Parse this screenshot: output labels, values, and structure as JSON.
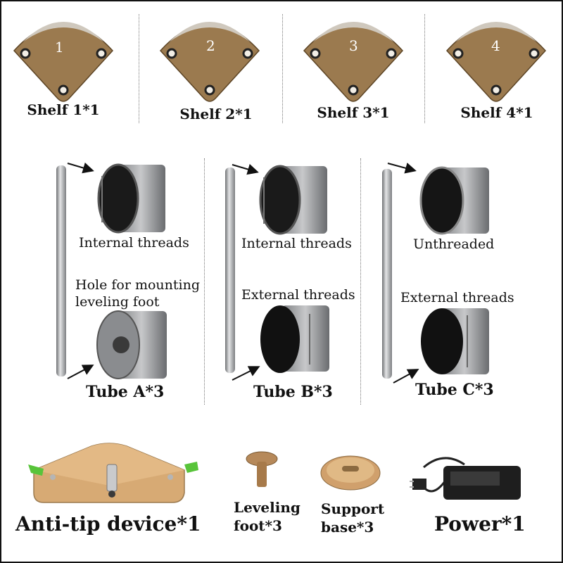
{
  "shelves": [
    {
      "number": "1",
      "label": "Shelf 1*1"
    },
    {
      "number": "2",
      "label": "Shelf 2*1"
    },
    {
      "number": "3",
      "label": "Shelf 3*1"
    },
    {
      "number": "4",
      "label": "Shelf 4*1"
    }
  ],
  "tubes": {
    "a": {
      "top": "Internal threads",
      "bottom_line1": "Hole for mounting",
      "bottom_line2": "leveling foot",
      "title": "Tube A*3"
    },
    "b": {
      "top": "Internal threads",
      "bottom": "External threads",
      "title": "Tube B*3"
    },
    "c": {
      "top": "Unthreaded",
      "bottom": "External threads",
      "title": "Tube C*3"
    }
  },
  "accessories": {
    "anti_tip": "Anti-tip device*1",
    "leveling_line1": "Leveling",
    "leveling_line2": "foot*3",
    "support_line1": "Support",
    "support_line2": "base*3",
    "power": "Power*1"
  },
  "colors": {
    "wood": "#9b7a4f",
    "wood_top": "#c9c2b6",
    "metal": "#8f9194",
    "accent_green": "#58c43a"
  }
}
